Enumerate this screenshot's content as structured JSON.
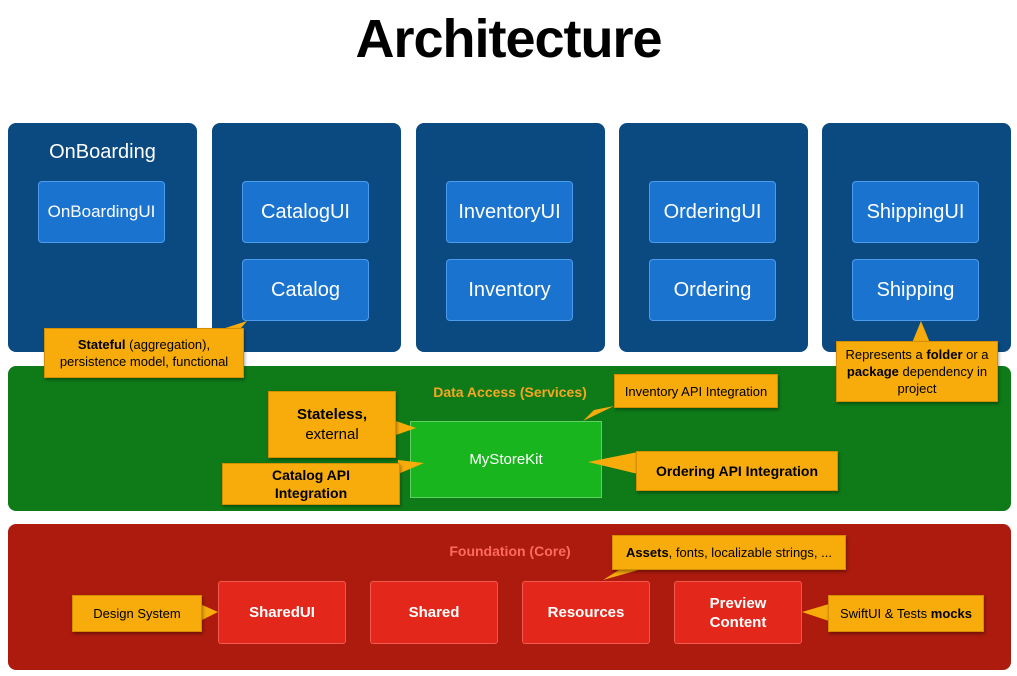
{
  "title": "Architecture",
  "features": [
    {
      "title": "OnBoarding",
      "ui": "OnBoardingUI",
      "module": ""
    },
    {
      "title": "",
      "ui": "CatalogUI",
      "module": "Catalog"
    },
    {
      "title": "",
      "ui": "InventoryUI",
      "module": "Inventory"
    },
    {
      "title": "",
      "ui": "OrderingUI",
      "module": "Ordering"
    },
    {
      "title": "",
      "ui": "ShippingUI",
      "module": "Shipping"
    }
  ],
  "data_access": {
    "label": "Data Access (Services)",
    "kit": "MyStoreKit"
  },
  "foundation": {
    "label": "Foundation (Core)",
    "modules": [
      "SharedUI",
      "Shared",
      "Resources",
      "Preview Content"
    ]
  },
  "notes": {
    "stateful_bold": "Stateful",
    "stateful_rest": " (aggregation), persistence model, functional",
    "package_a": "Represents a ",
    "package_folder": "folder",
    "package_b": " or a ",
    "package_package": "package",
    "package_c": " dependency in project",
    "inventory_api": "Inventory API Integration",
    "stateless": "Stateless,",
    "external": "external",
    "catalog_api": "Catalog API Integration",
    "ordering_api": "Ordering API Integration",
    "assets_bold": "Assets",
    "assets_rest": ", fonts, localizable strings, ...",
    "design_system": "Design System",
    "swiftui_rest": "SwiftUI & Tests ",
    "swiftui_bold": "mocks"
  },
  "colors": {
    "feature_bg": "#0b4a80",
    "module_bg": "#1b73d0",
    "green_band": "#0f7a18",
    "kit_bg": "#19b51f",
    "red_band": "#ad1b0e",
    "core_bg": "#e3271b",
    "note_bg": "#f7ac0b"
  }
}
